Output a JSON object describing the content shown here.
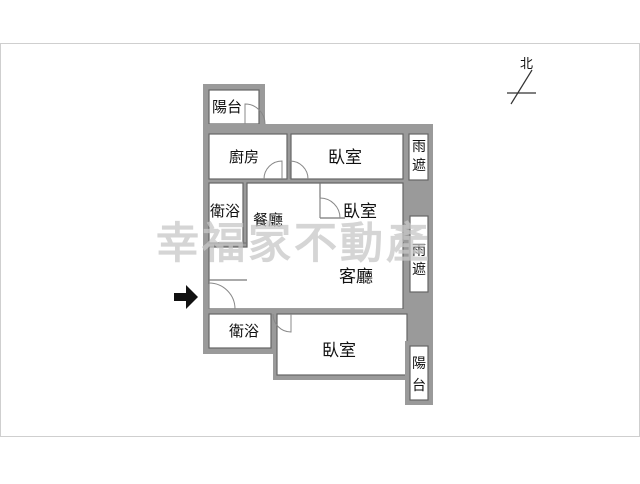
{
  "compass": {
    "label": "北"
  },
  "rooms": {
    "balcony_top": "陽台",
    "kitchen": "廚房",
    "bedroom_top": "臥室",
    "rain_shelter_top": "雨遮",
    "bath_left": "衛浴",
    "dining": "餐廳",
    "bedroom_mid": "臥室",
    "rain_shelter_mid": "雨遮",
    "living": "客廳",
    "bath_bottom": "衛浴",
    "bedroom_bottom": "臥室",
    "balcony_right": "陽台"
  },
  "watermark": "幸福家不動產",
  "entrance": {
    "icon": "arrow-right-icon"
  },
  "colors": {
    "wall": "#9a9a9a",
    "outline": "#666666",
    "watermark": "#c7c7c7",
    "frame": "#cfcfcf"
  }
}
